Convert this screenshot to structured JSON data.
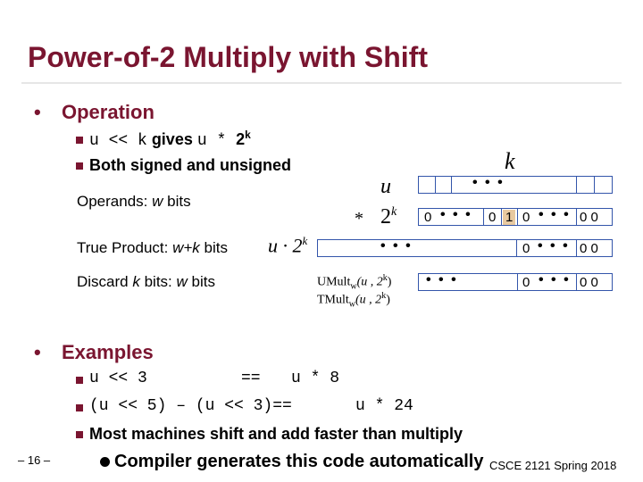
{
  "title": "Power-of-2 Multiply with Shift",
  "bullets": [
    {
      "label": "Operation",
      "items": [
        {
          "code1": "u << k",
          "word": " gives ",
          "code2": "u * ",
          "base": "2",
          "exp": "k"
        },
        {
          "text": "Both signed and unsigned"
        }
      ]
    },
    {
      "label": "Examples",
      "items": [
        {
          "code1": "u << 3",
          "eq": "==",
          "code2": "u * 8"
        },
        {
          "code1": "(u << 5) – (u << 3)==",
          "code2": "u * 24"
        },
        {
          "text": "Most machines shift and add faster than multiply"
        }
      ]
    }
  ],
  "diagram": {
    "k_label": "k",
    "u_label": "u",
    "times": "*",
    "two": "2",
    "k_sup": "k",
    "product_u": "u · 2",
    "product_k": "k",
    "operands_label": "Operands: ",
    "operands_w": "w",
    "operands_bits": " bits",
    "true_label": "True Product: ",
    "true_wk": "w+k",
    "true_bits": "  bits",
    "discard_pre": "Discard ",
    "discard_k": "k",
    "discard_mid": "  bits: ",
    "discard_w": "w",
    "discard_bits": " bits",
    "umult": "UMult",
    "tmult": "TMult",
    "mult_sub": "w",
    "mult_args": "(u , 2",
    "mult_k": "k",
    "mult_close": ")",
    "dots": "• • •",
    "zero": "0",
    "one": "1",
    "zero_zero": "0 0"
  },
  "level3": "Compiler generates this code automatically",
  "footer": {
    "page": "– 16 –",
    "course": "CSCE 2121 Spring 2018"
  },
  "colors": {
    "accent": "#7a1530",
    "box": "#3355aa"
  }
}
